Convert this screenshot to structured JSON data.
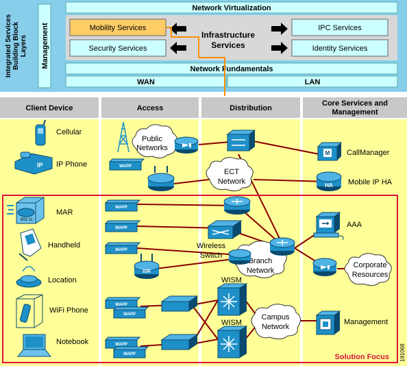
{
  "layers": {
    "side_title": [
      "Integrated Services",
      "Building Block",
      "Layers"
    ],
    "management": "Management",
    "network_virtualization": "Network Virtualization",
    "infrastructure_services": [
      "Infrastructure",
      "Services"
    ],
    "mobility_services": "Mobility Services",
    "security_services": "Security Services",
    "ipc_services": "IPC Services",
    "identity_services": "Identity Services",
    "network_fundamentals": "Network Fundamentals",
    "wan": "WAN",
    "lan": "LAN"
  },
  "columns": {
    "client": "Client Device",
    "access": "Access",
    "distribution": "Distribution",
    "core": [
      "Core Services and",
      "Management"
    ]
  },
  "clients": {
    "cellular": "Cellular",
    "ip_phone": "IP Phone",
    "mar": "MAR",
    "handheld": "Handheld",
    "location": "Location",
    "wifi_phone": "WiFi Phone",
    "notebook": "Notebook"
  },
  "access": {
    "public_networks": [
      "Public",
      "Networks"
    ],
    "wapp": "WAPP",
    "isr": "ISR"
  },
  "distribution": {
    "ect_network": [
      "ECT",
      "Network"
    ],
    "wireless_switch": [
      "Wireless",
      "Switch"
    ],
    "branch_network": [
      "Branch",
      "Network"
    ],
    "wism1": "WISM",
    "wism2": "WISM",
    "campus_network": [
      "Campus",
      "Network"
    ]
  },
  "core": {
    "callmanager": "CallManager",
    "mobile_ip_ha": "Mobile IP HA",
    "ha_badge": "HA",
    "aaa": "AAA",
    "corporate_resources": [
      "Corporate",
      "Resources"
    ],
    "management": "Management"
  },
  "solution_focus": "Solution Focus",
  "figure_id": "191068",
  "colors": {
    "layer_bg": "#87CEEB",
    "pale_cyan": "#CCFFFF",
    "column_bg": "#FFFF99",
    "header_bg": "#C8C8C8",
    "cisco_blue": "#1E90C8",
    "link_red": "#8B0000",
    "focus_border": "#DC143C",
    "mobility_fill": "#FFCC66",
    "orange_line": "#FF8C00"
  }
}
